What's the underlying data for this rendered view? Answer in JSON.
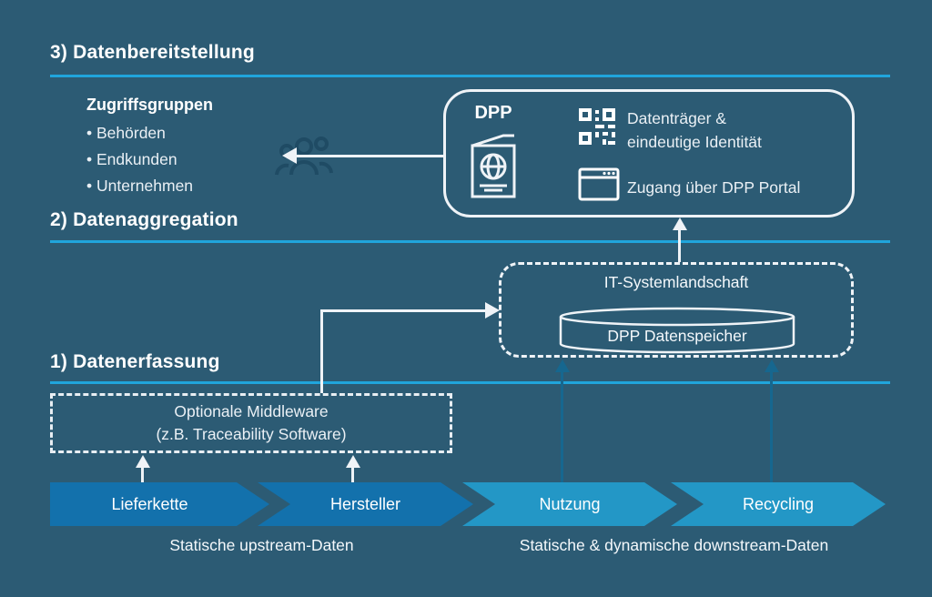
{
  "sections": {
    "s3": "3) Datenbereitstellung",
    "s2": "2) Datenaggregation",
    "s1": "1) Datenerfassung"
  },
  "access_groups": {
    "title": "Zugriffsgruppen",
    "items": [
      "Behörden",
      "Endkunden",
      "Unternehmen"
    ]
  },
  "dpp_box": {
    "title": "DPP",
    "features": [
      {
        "icon": "qr-code-icon",
        "line1": "Datenträger &",
        "line2": "eindeutige Identität"
      },
      {
        "icon": "browser-window-icon",
        "line1": "Zugang über DPP Portal",
        "line2": ""
      }
    ]
  },
  "it_box": {
    "title": "IT-Systemlandschaft",
    "datastore_label": "DPP Datenspeicher"
  },
  "middleware_box": {
    "line1": "Optionale Middleware",
    "line2": "(z.B. Traceability Software)"
  },
  "lifecycle": {
    "stages": [
      {
        "label": "Lieferkette",
        "color": "#1371AC"
      },
      {
        "label": "Hersteller",
        "color": "#1371AC"
      },
      {
        "label": "Nutzung",
        "color": "#2397C6"
      },
      {
        "label": "Recycling",
        "color": "#2397C6"
      }
    ],
    "upstream_caption": "Statische upstream-Daten",
    "downstream_caption": "Statische & dynamische downstream-Daten"
  },
  "colors": {
    "background": "#2C5B74",
    "accent_line": "#20A5DC",
    "stroke_white": "#EFF3F7",
    "chevron_dark": "#1371AC",
    "chevron_light": "#2397C6",
    "arrow_blue": "#16678F",
    "watermark_blue": "#1F4B64"
  }
}
